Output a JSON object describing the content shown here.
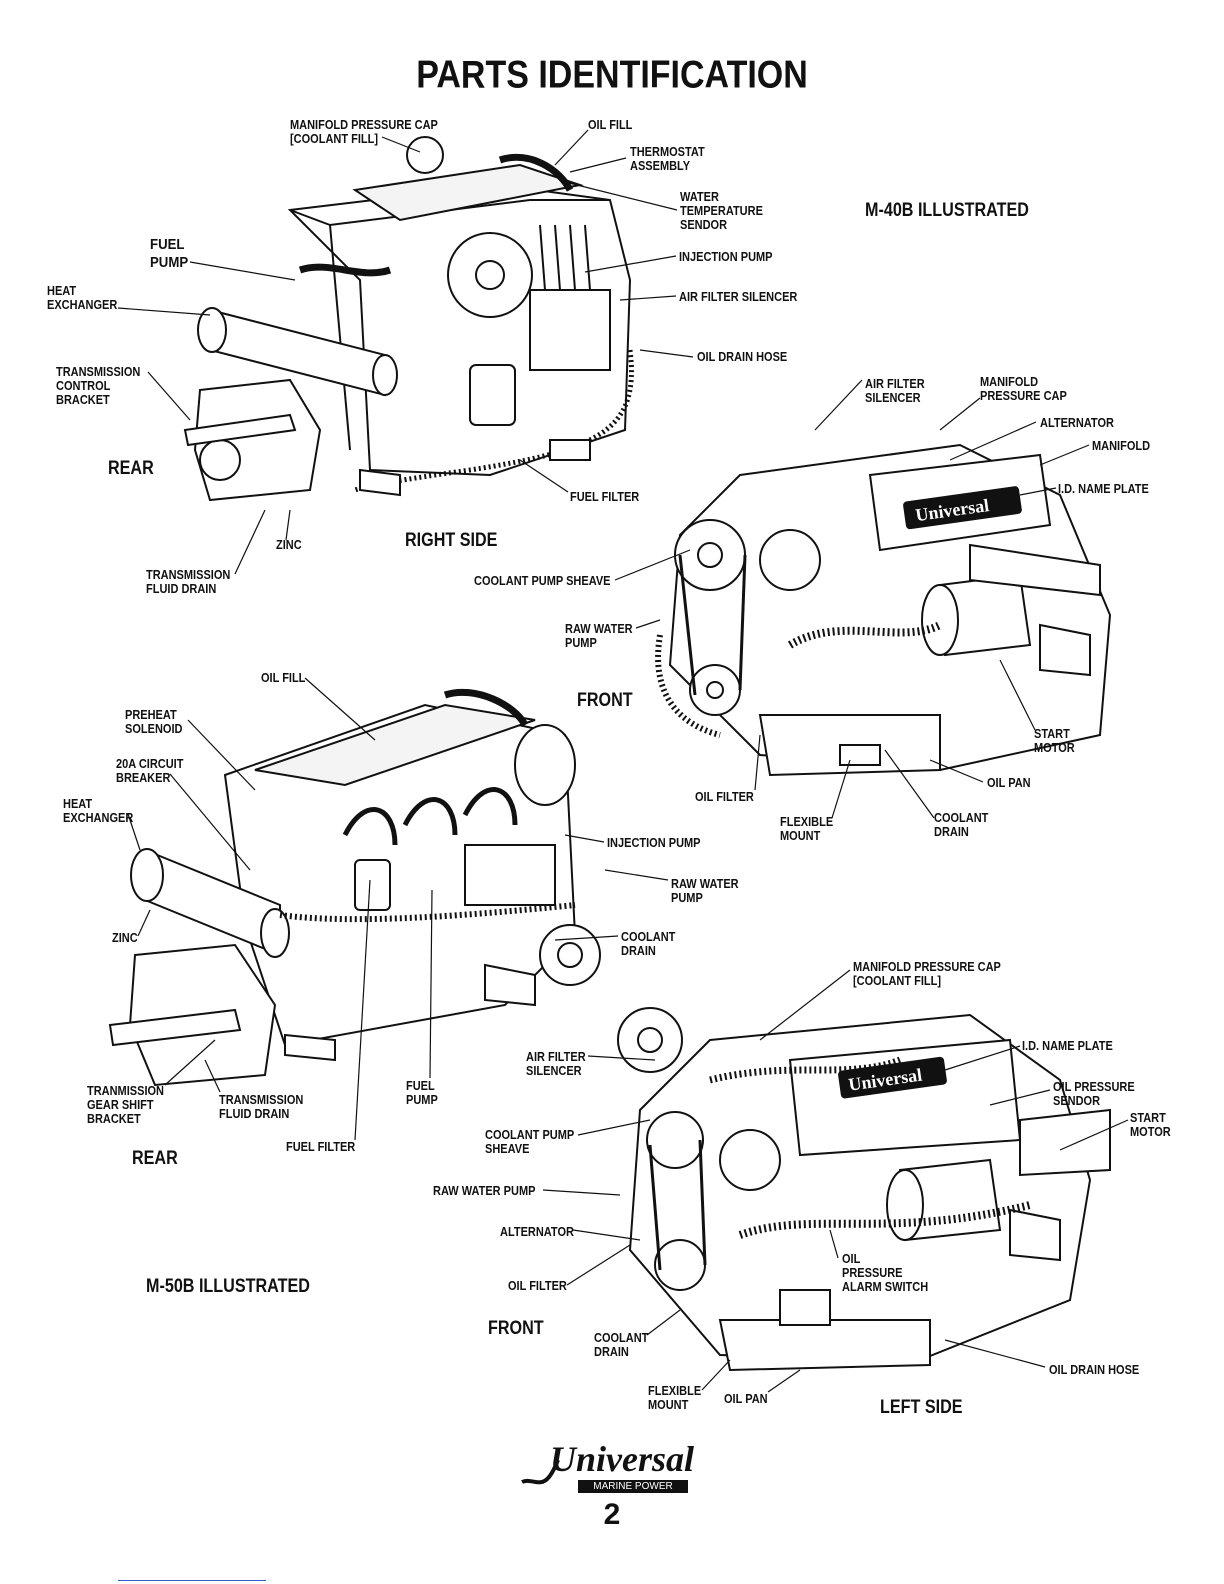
{
  "page": {
    "title": "PARTS IDENTIFICATION",
    "page_number": "2"
  },
  "captions": {
    "m40b": "M-40B ILLUSTRATED",
    "m50b": "M-50B ILLUSTRATED",
    "rear_top": "REAR",
    "right_side": "RIGHT SIDE",
    "front_top": "FRONT",
    "rear_bottom": "REAR",
    "front_bottom": "FRONT",
    "left_side": "LEFT SIDE"
  },
  "labels": {
    "d1": {
      "manifold_pressure_cap": "MANIFOLD PRESSURE CAP\n[COOLANT FILL]",
      "oil_fill": "OIL FILL",
      "thermostat_assembly": "THERMOSTAT\nASSEMBLY",
      "water_temperature_sendor": "WATER\nTEMPERATURE\nSENDOR",
      "fuel_pump": "FUEL\nPUMP",
      "injection_pump": "INJECTION PUMP",
      "heat_exchanger": "HEAT\nEXCHANGER",
      "air_filter_silencer": "AIR FILTER SILENCER",
      "oil_drain_hose": "OIL DRAIN HOSE",
      "transmission_control_bracket": "TRANSMISSION\nCONTROL\nBRACKET",
      "fuel_filter": "FUEL FILTER",
      "zinc": "ZINC",
      "transmission_fluid_drain": "TRANSMISSION\nFLUID DRAIN"
    },
    "d2": {
      "air_filter_silencer": "AIR FILTER\nSILENCER",
      "manifold_pressure_cap": "MANIFOLD\nPRESSURE CAP",
      "alternator": "ALTERNATOR",
      "manifold": "MANIFOLD",
      "id_name_plate": "I.D. NAME PLATE",
      "coolant_pump_sheave": "COOLANT PUMP SHEAVE",
      "raw_water_pump": "RAW WATER\nPUMP",
      "start_motor": "START\nMOTOR",
      "oil_pan": "OIL PAN",
      "oil_filter": "OIL FILTER",
      "flexible_mount": "FLEXIBLE\nMOUNT",
      "coolant_drain": "COOLANT\nDRAIN"
    },
    "d3": {
      "oil_fill": "OIL FILL",
      "preheat_solenoid": "PREHEAT\nSOLENOID",
      "circuit_breaker": "20A CIRCUIT\nBREAKER",
      "heat_exchanger": "HEAT\nEXCHANGER",
      "injection_pump": "INJECTION PUMP",
      "raw_water_pump": "RAW WATER\nPUMP",
      "zinc": "ZINC",
      "coolant_drain": "COOLANT\nDRAIN",
      "gear_shift_bracket": "TRANMISSION\nGEAR SHIFT\nBRACKET",
      "transmission_fluid_drain": "TRANSMISSION\nFLUID DRAIN",
      "fuel_pump": "FUEL\nPUMP",
      "fuel_filter": "FUEL FILTER"
    },
    "d4": {
      "manifold_pressure_cap": "MANIFOLD PRESSURE CAP\n[COOLANT FILL]",
      "id_name_plate": "I.D. NAME PLATE",
      "air_filter_silencer": "AIR FILTER\nSILENCER",
      "oil_pressure_sendor": "OIL PRESSURE\nSENDOR",
      "start_motor": "START\nMOTOR",
      "coolant_pump_sheave": "COOLANT PUMP\nSHEAVE",
      "raw_water_pump": "RAW WATER PUMP",
      "alternator": "ALTERNATOR",
      "oil_pressure_alarm_switch": "OIL\nPRESSURE\nALARM SWITCH",
      "oil_filter": "OIL FILTER",
      "coolant_drain": "COOLANT\nDRAIN",
      "oil_drain_hose": "OIL DRAIN HOSE",
      "flexible_mount": "FLEXIBLE\nMOUNT",
      "oil_pan": "OIL PAN"
    }
  },
  "nameplate": "Universal",
  "logo": {
    "word": "Universal",
    "tagline": "MARINE POWER"
  }
}
